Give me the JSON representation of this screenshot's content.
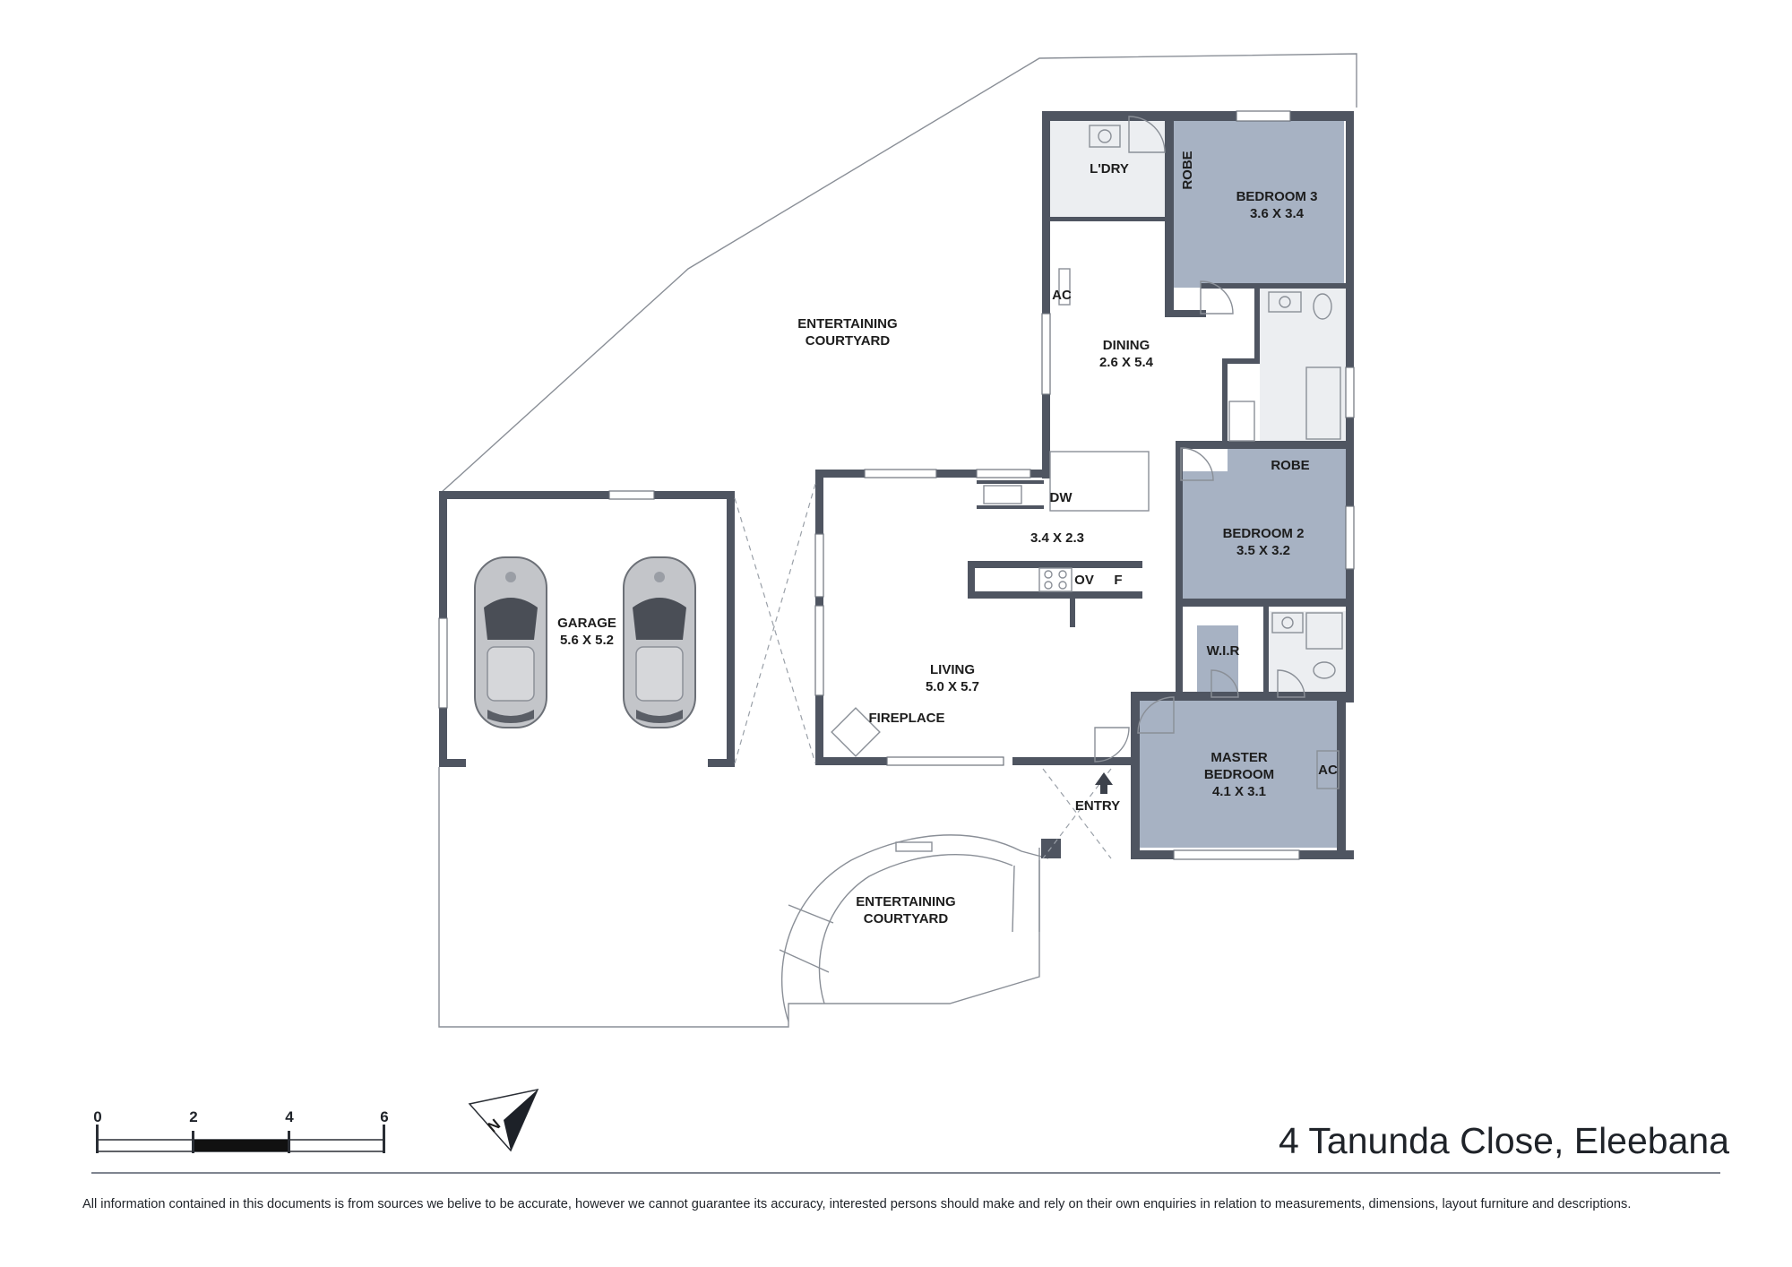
{
  "title": "4 Tanunda Close, Eleebana",
  "disclaimer": "All information contained in this documents is  from sources we belive to be accurate, however we cannot guarantee its accuracy, interested persons should make and rely on their own enquiries  in relation to measurements, dimensions, layout furniture and descriptions.",
  "scale_bar": {
    "ticks": [
      "0",
      "2",
      "4",
      "6"
    ]
  },
  "compass": {
    "label": "N"
  },
  "colors": {
    "wall": "#4f5561",
    "bedroom_fill": "#a7b2c3",
    "wet_fill": "#eceef1"
  },
  "rooms": {
    "courtyard_upper": {
      "l1": "ENTERTAINING",
      "l2": "COURTYARD"
    },
    "laundry": {
      "l1": "L'DRY"
    },
    "robe_bed3": {
      "l1": "ROBE"
    },
    "bedroom3": {
      "l1": "BEDROOM 3",
      "l2": "3.6 X 3.4"
    },
    "ac_dining": {
      "l1": "AC"
    },
    "dining": {
      "l1": "DINING",
      "l2": "2.6 X 5.4"
    },
    "robe_bed2": {
      "l1": "ROBE"
    },
    "bedroom2": {
      "l1": "BEDROOM 2",
      "l2": "3.5 X 3.2"
    },
    "dw": {
      "l1": "DW"
    },
    "kitchen": {
      "l1": "3.4 X 2.3"
    },
    "ov": {
      "l1": "OV"
    },
    "fridge": {
      "l1": "F"
    },
    "garage": {
      "l1": "GARAGE",
      "l2": "5.6 X 5.2"
    },
    "living": {
      "l1": "LIVING",
      "l2": "5.0 X 5.7"
    },
    "fireplace": {
      "l1": "FIREPLACE"
    },
    "wir": {
      "l1": "W.I.R"
    },
    "master": {
      "l1": "MASTER",
      "l2": "BEDROOM",
      "l3": "4.1 X 3.1"
    },
    "ac_master": {
      "l1": "AC"
    },
    "entry": {
      "l1": "ENTRY"
    },
    "courtyard_lower": {
      "l1": "ENTERTAINING",
      "l2": "COURTYARD"
    }
  }
}
